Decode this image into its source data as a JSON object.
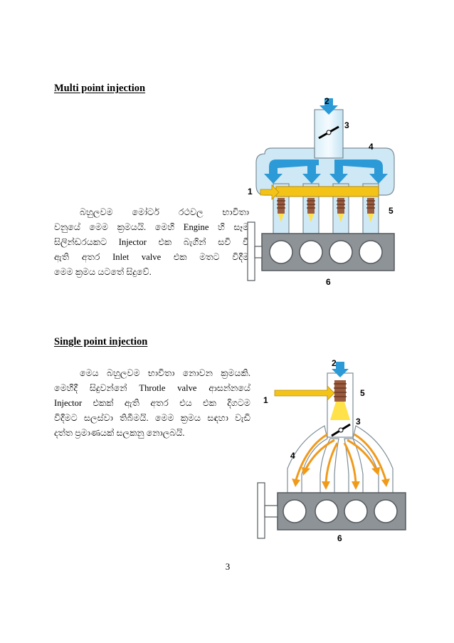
{
  "sections": [
    {
      "heading": "Multi point injection",
      "paragraph": "බහුලවම මෝටර් රථවල භාවිතා වනුයේ මෙම ක්‍රමයයි. මෙහි Engine හි සෑම සිලින්ඩරයකට Injector එක බැගින් සවි වී ඇති අතර Inlet valve එක මතට විදීම මෙම ක්‍රමය යටතේ සිදුවේ.",
      "lines": [
        "බහුලවම මෝටර් රථවල භාවිතා",
        "වනුයේ මෙම ක්‍රමයයි. මෙහි Engine හි සෑම",
        "සිලින්ඩරයකට Injector එක බැගින් සවි වී",
        "ඇති අතර Inlet valve එක මතට විදීම",
        "මෙම ක්‍රමය යටතේ සිදුවේ."
      ],
      "figure_labels": [
        "1",
        "2",
        "3",
        "4",
        "5",
        "6"
      ]
    },
    {
      "heading": "Single point injection",
      "lines": [
        "මෙය බහුලවම භාවිතා නොවන ක්‍රමයකි.",
        "මෙහිදී සිදුවන්නේ Throtle valve ආසන්නයේ",
        "Injector එකක් ඇති අතර එය එක දිගටම",
        "විදීමට සලස්වා තිබීමයි. මෙම ක්‍රමය සඳහා වැඩි",
        "දත්ත ප්‍රමාණයක් සලකනු නොලබයි."
      ],
      "figure_labels": [
        "1",
        "2",
        "3",
        "4",
        "5",
        "6"
      ]
    }
  ],
  "page_number": "3",
  "colors": {
    "intake_blue": "#bcdff0",
    "arrow_blue": "#2b9ad6",
    "rail_yellow": "#f3c318",
    "block_grey": "#8e9398",
    "injector_brown": "#9a5b3e",
    "fuel_yellow": "#ffe14a",
    "air_orange": "#f09a1a"
  }
}
